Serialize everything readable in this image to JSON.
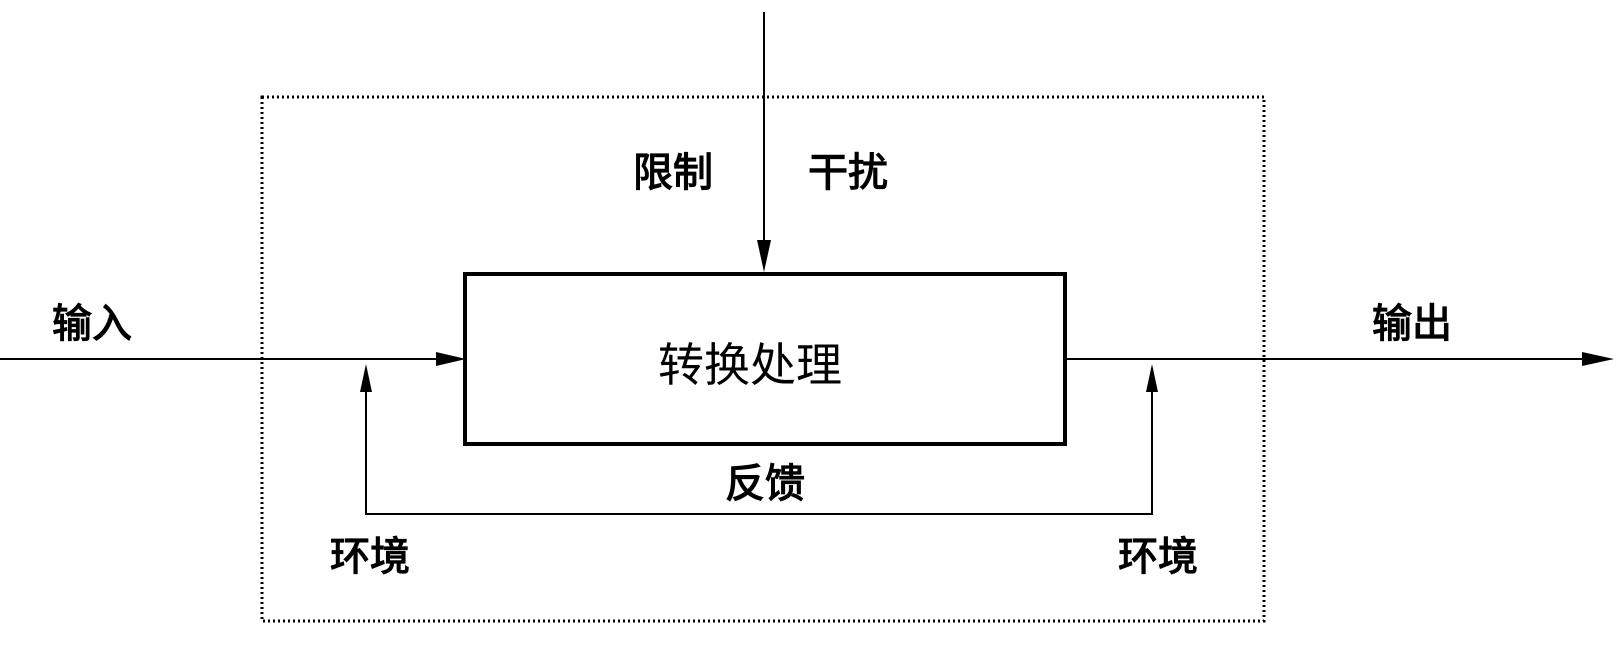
{
  "labels": {
    "input": "输入",
    "output": "输出",
    "process": "转换处理",
    "constraint": "限制",
    "disturbance": "干扰",
    "feedback": "反馈",
    "environment_left": "环境",
    "environment_right": "环境"
  },
  "colors": {
    "stroke": "#000000",
    "background": "#ffffff"
  }
}
